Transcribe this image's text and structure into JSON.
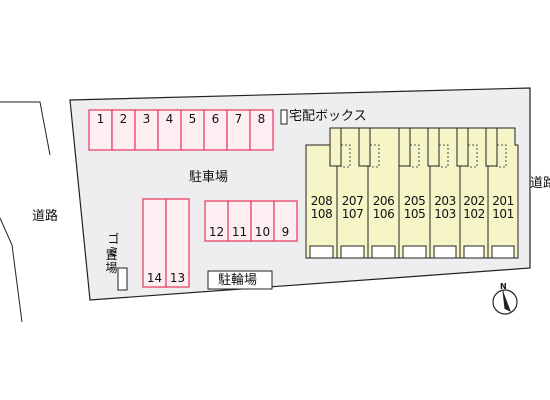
{
  "labels": {
    "parking": "駐車場",
    "road_left": "道路",
    "road_right": "道路",
    "delivery_box": "宅配ボックス",
    "garbage_line1": "ゴミ",
    "garbage_line2": "置場",
    "bicycle_parking": "駐輪場",
    "north": "N"
  },
  "parking_top_row": [
    "1",
    "2",
    "3",
    "4",
    "5",
    "6",
    "7",
    "8"
  ],
  "parking_middle_row": [
    "12",
    "11",
    "10",
    "9"
  ],
  "parking_lower_row": [
    "14",
    "13"
  ],
  "units": [
    {
      "upper": "208",
      "lower": "108"
    },
    {
      "upper": "207",
      "lower": "107"
    },
    {
      "upper": "206",
      "lower": "106"
    },
    {
      "upper": "205",
      "lower": "105"
    },
    {
      "upper": "203",
      "lower": "103"
    },
    {
      "upper": "202",
      "lower": "102"
    },
    {
      "upper": "201",
      "lower": "101"
    }
  ],
  "colors": {
    "site_fill": "#eeeef1",
    "parking_fill": "#fdeef2",
    "parking_stroke": "#e8375b",
    "building_fill": "#f6f5c8"
  }
}
